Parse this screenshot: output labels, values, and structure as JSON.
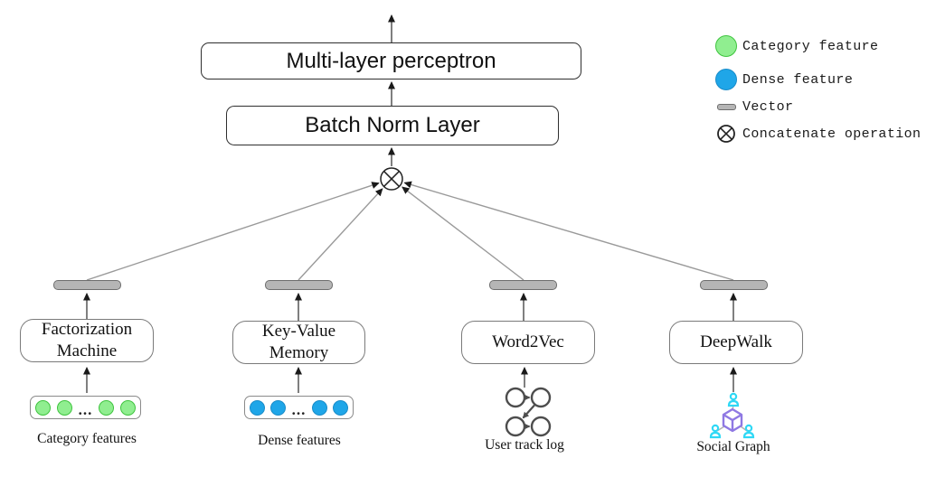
{
  "pipeline": {
    "mlp_label": "Multi-layer perceptron",
    "batch_norm_label": "Batch Norm Layer"
  },
  "branches": [
    {
      "box_label": "Factorization Machine",
      "source_label": "Category features",
      "source_type": "category-feature-circles",
      "circle_count": 4,
      "ellipsis": "..."
    },
    {
      "box_label": "Key-Value Memory",
      "source_label": "Dense features",
      "source_type": "dense-feature-circles",
      "circle_count": 4,
      "ellipsis": "..."
    },
    {
      "box_label": "Word2Vec",
      "source_label": "User track log",
      "source_type": "track-log-icon"
    },
    {
      "box_label": "DeepWalk",
      "source_label": "Social Graph",
      "source_type": "social-graph-icon"
    }
  ],
  "legend": {
    "items": [
      {
        "icon": "category-feature-circle",
        "label": "Category feature"
      },
      {
        "icon": "dense-feature-circle",
        "label": "Dense feature"
      },
      {
        "icon": "vector-bar",
        "label": "Vector"
      },
      {
        "icon": "concatenate-symbol",
        "label": "Concatenate operation"
      }
    ]
  },
  "colors": {
    "category_green_fill": "#90EE90",
    "category_green_border": "#3FC43F",
    "dense_blue_fill": "#1FA6E8",
    "dense_blue_border": "#1A8CC9",
    "vector_gray_fill": "#B5B5B5",
    "vector_gray_border": "#6E6E6E",
    "wire_gray": "#9A9A9A",
    "wire_black": "#222222",
    "cube_purple": "#8F79E3",
    "person_cyan": "#2FD8F5"
  }
}
